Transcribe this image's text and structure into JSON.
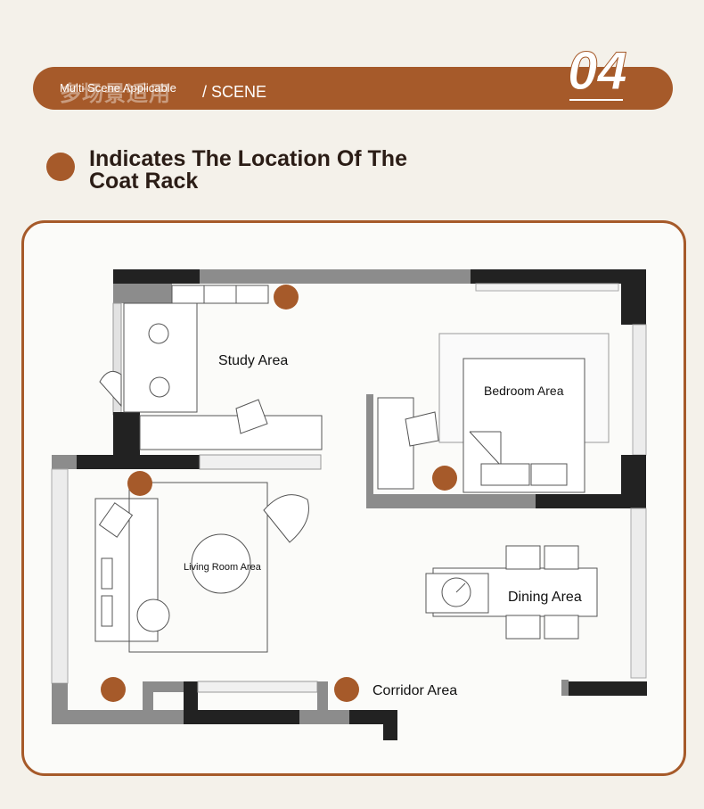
{
  "banner": {
    "title_cn": "多场景适用",
    "subtitle": "Multi Scene Applicable",
    "scene": "/ SCENE",
    "number": "04"
  },
  "legend": {
    "text": "Indicates The Location Of The Coat Rack"
  },
  "rooms": {
    "study": "Study Area",
    "bedroom": "Bedroom Area",
    "living": "Living Room Area",
    "dining": "Dining Area",
    "corridor": "Corridor Area"
  },
  "colors": {
    "accent": "#a65a2a",
    "background": "#f4f1ea",
    "wall_dark": "#222222",
    "wall_gray": "#8c8c8c"
  }
}
